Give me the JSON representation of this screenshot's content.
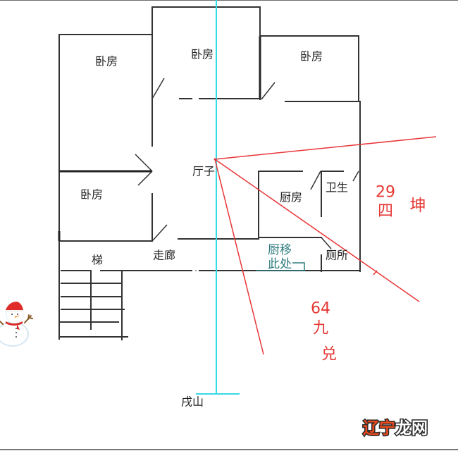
{
  "rooms": {
    "bedroom_top_left": "卧房",
    "bedroom_top_middle": "卧房",
    "bedroom_top_right": "卧房",
    "bedroom_bottom_left": "卧房",
    "living_room": "厅子",
    "kitchen": "厨房",
    "bathroom": "卫生",
    "toilet": "厕所",
    "corridor": "走廊",
    "stairs": "梯"
  },
  "annotations": {
    "kitchen_move_note": {
      "line1": "厨移",
      "line2": "此处"
    },
    "sector_kun": {
      "number": "29",
      "numeral": "四",
      "trigram": "坤"
    },
    "sector_dui": {
      "number": "64",
      "numeral": "九",
      "trigram": "兑"
    },
    "mountain_label": "戌山"
  },
  "watermark": {
    "part1": "辽宁",
    "part2": "龙网"
  },
  "colors": {
    "walls": "#333333",
    "axis_line": "#38d8e4",
    "sector_rays": "#e8363a",
    "sector_text": "#e53935",
    "note_text": "#2e7b7e",
    "watermark_part1": "#e8491d",
    "watermark_part2": "#ffffff"
  }
}
